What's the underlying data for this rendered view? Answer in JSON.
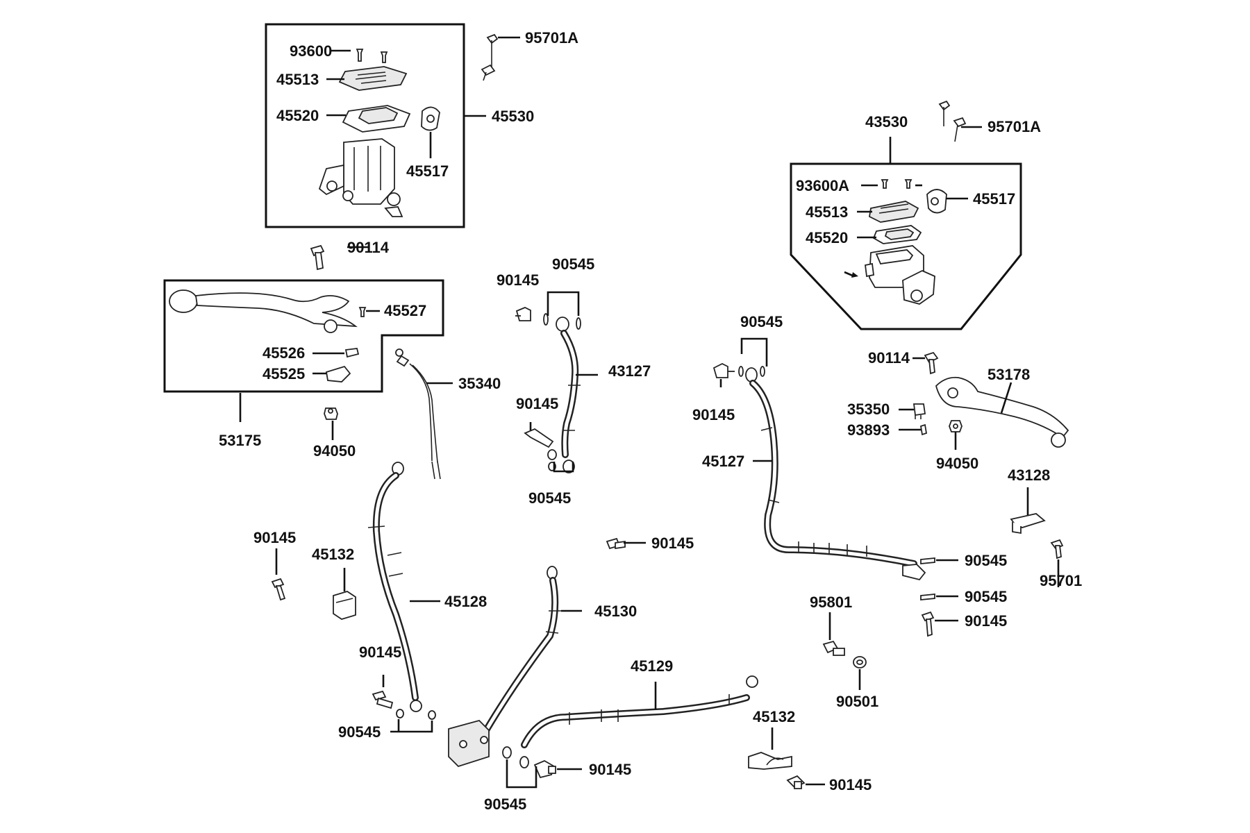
{
  "diagram": {
    "labels": {
      "l93600": "93600",
      "l95701A_a": "95701A",
      "l45513_a": "45513",
      "l45520_a": "45520",
      "l45530": "45530",
      "l45517_a": "45517",
      "l90114_a": "90114",
      "l45527": "45527",
      "l45526": "45526",
      "l45525": "45525",
      "l53175": "53175",
      "l94050_a": "94050",
      "l35340": "35340",
      "l90145_a": "90145",
      "l90545_a": "90545",
      "l43127": "43127",
      "l90145_b": "90145",
      "l90545_b": "90545",
      "l43530": "43530",
      "l95701A_b": "95701A",
      "l93600A": "93600A",
      "l45517_b": "45517",
      "l45513_b": "45513",
      "l45520_b": "45520",
      "l90545_c": "90545",
      "l90114_b": "90114",
      "l53178": "53178",
      "l90145_c": "90145",
      "l35350": "35350",
      "l93893": "93893",
      "l45127": "45127",
      "l94050_b": "94050",
      "l43128": "43128",
      "l90145_d": "90145",
      "l45132_a": "45132",
      "l45128": "45128",
      "l90145_e": "90145",
      "l90545_d": "90545",
      "l95701": "95701",
      "l90545_e": "90545",
      "l90145_f": "90145",
      "l45130": "45130",
      "l95801": "95801",
      "l45129": "45129",
      "l90501": "90501",
      "l45132_b": "45132",
      "l90145_g": "90145",
      "l90145_h": "90145",
      "l90545_f": "90545",
      "l90145_i": "90145"
    }
  }
}
